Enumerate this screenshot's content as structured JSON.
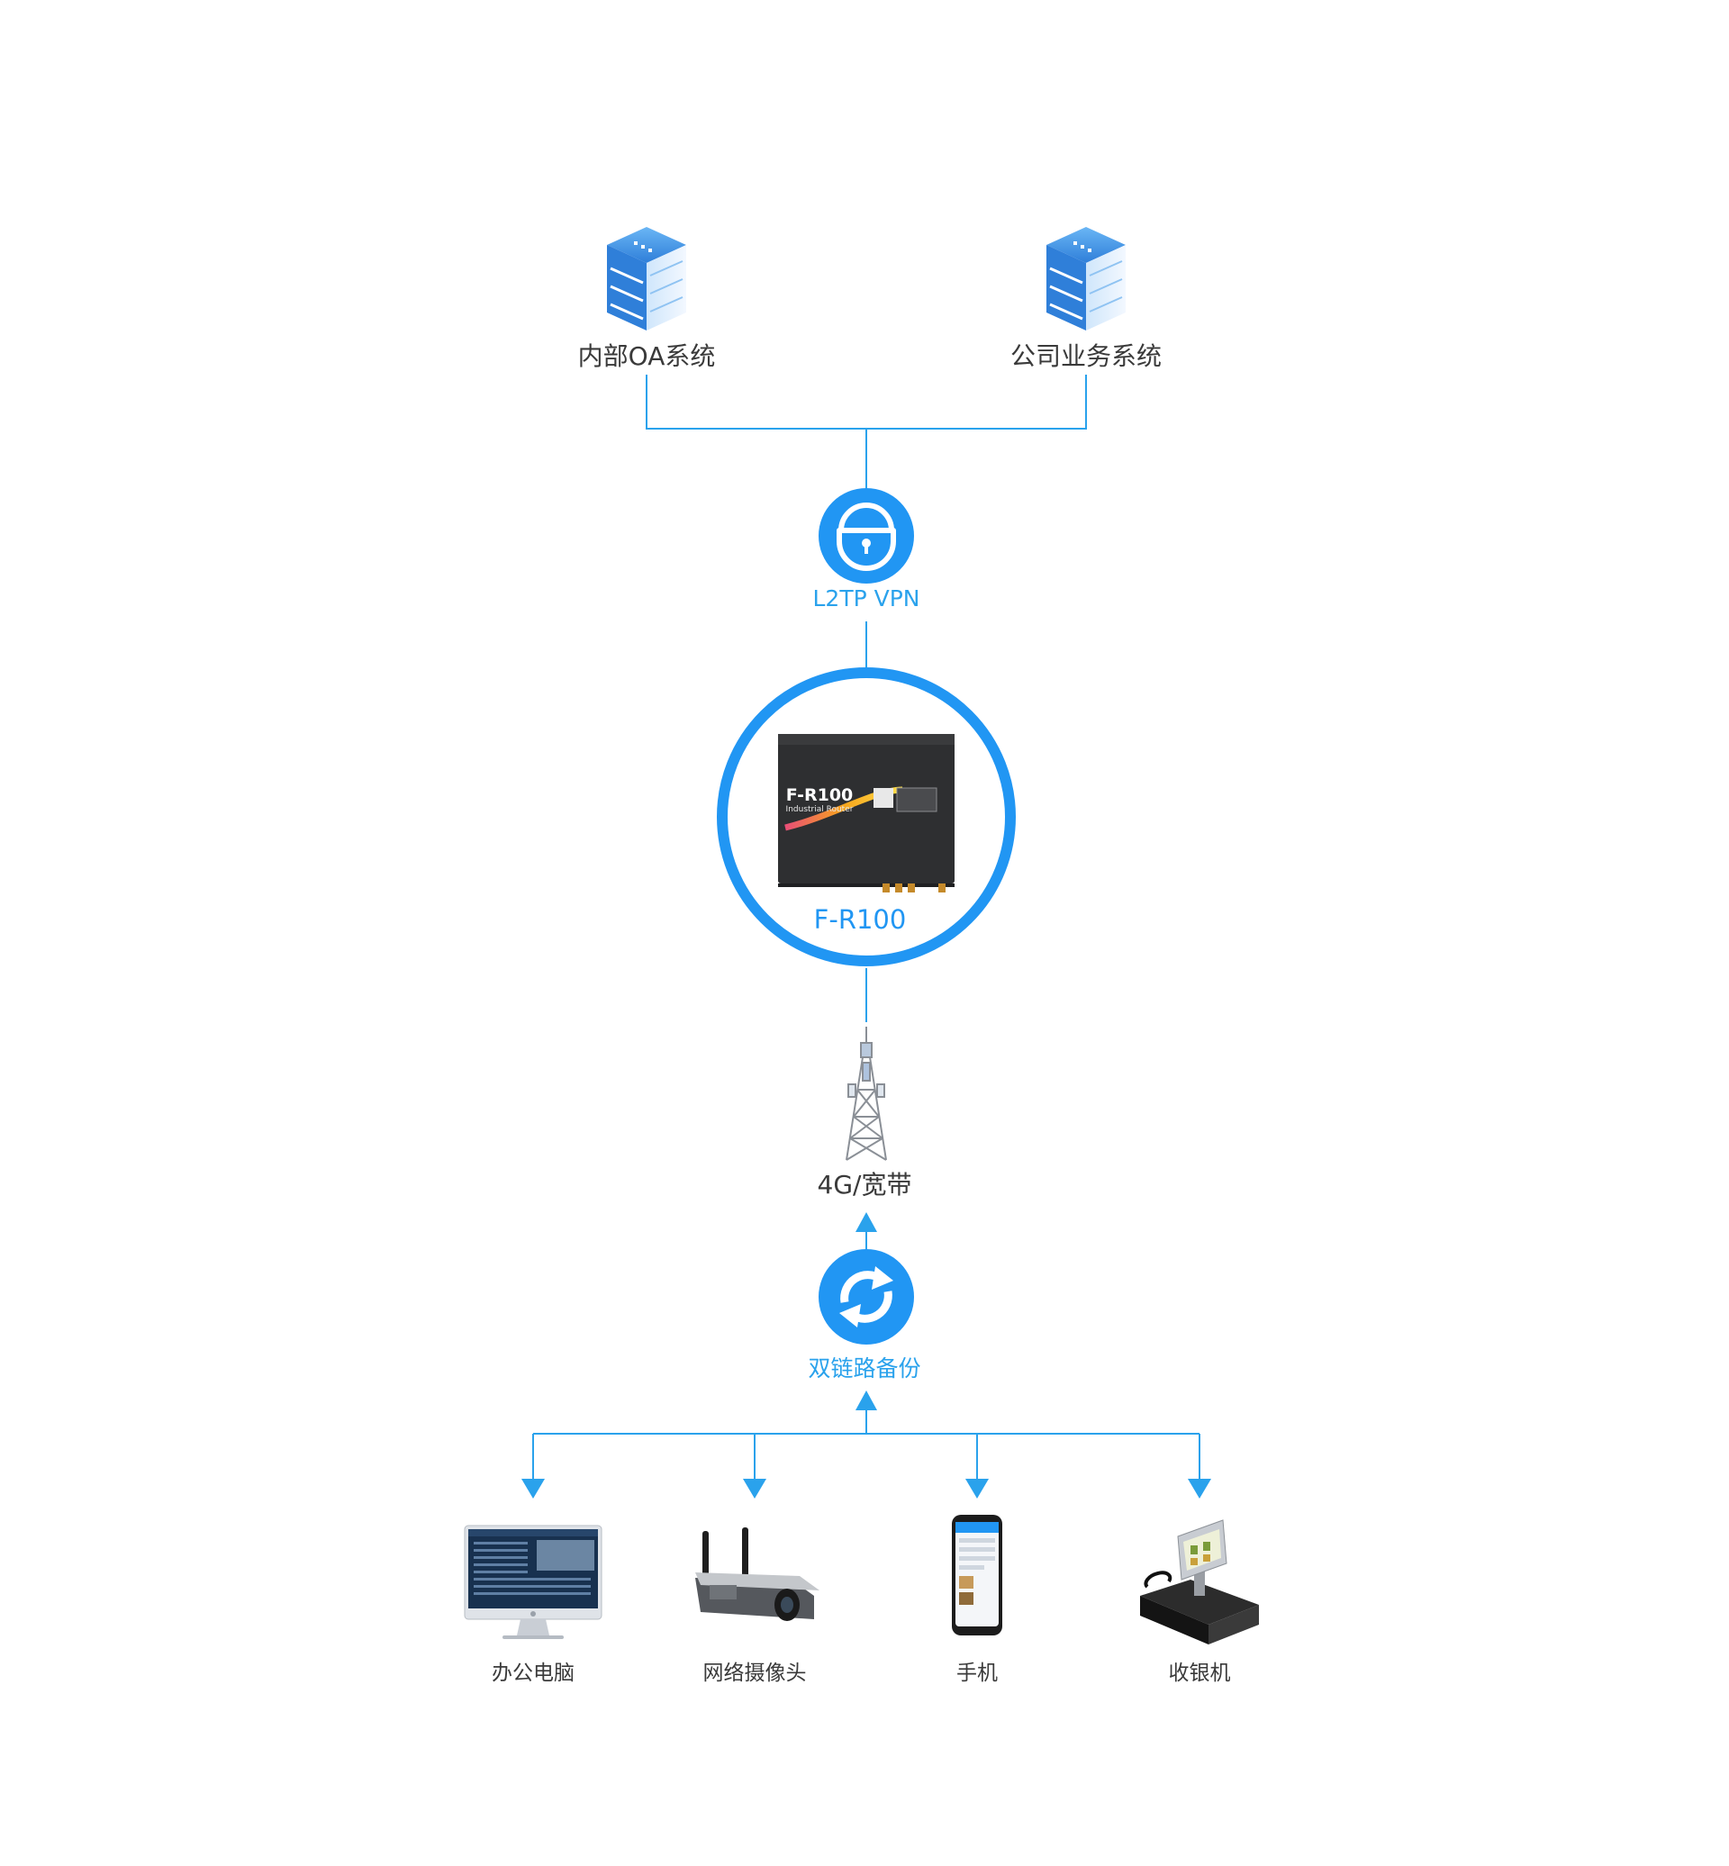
{
  "diagram": {
    "servers": [
      {
        "label": "内部OA系统",
        "icon": "server-stack-icon"
      },
      {
        "label": "公司业务系统",
        "icon": "server-stack-icon"
      }
    ],
    "vpn": {
      "label": "L2TP VPN",
      "icon": "vpn-lock-icon"
    },
    "router": {
      "label": "F-R100",
      "device_title": "F-R100",
      "device_subtitle": "Industrial Router",
      "icon": "router-device-icon"
    },
    "tower": {
      "label": "4G/宽带",
      "icon": "cell-tower-icon"
    },
    "backup": {
      "label": "双链路备份",
      "icon": "refresh-sync-icon"
    },
    "devices": [
      {
        "label": "办公电脑",
        "icon": "desktop-computer-icon"
      },
      {
        "label": "网络摄像头",
        "icon": "network-camera-icon"
      },
      {
        "label": "手机",
        "icon": "mobile-phone-icon"
      },
      {
        "label": "收银机",
        "icon": "cash-register-icon"
      }
    ]
  },
  "colors": {
    "line": "#2aa2ec",
    "accent": "#2196f3",
    "text_dark": "#3a3a3a",
    "router_body": "#2e2f31"
  }
}
